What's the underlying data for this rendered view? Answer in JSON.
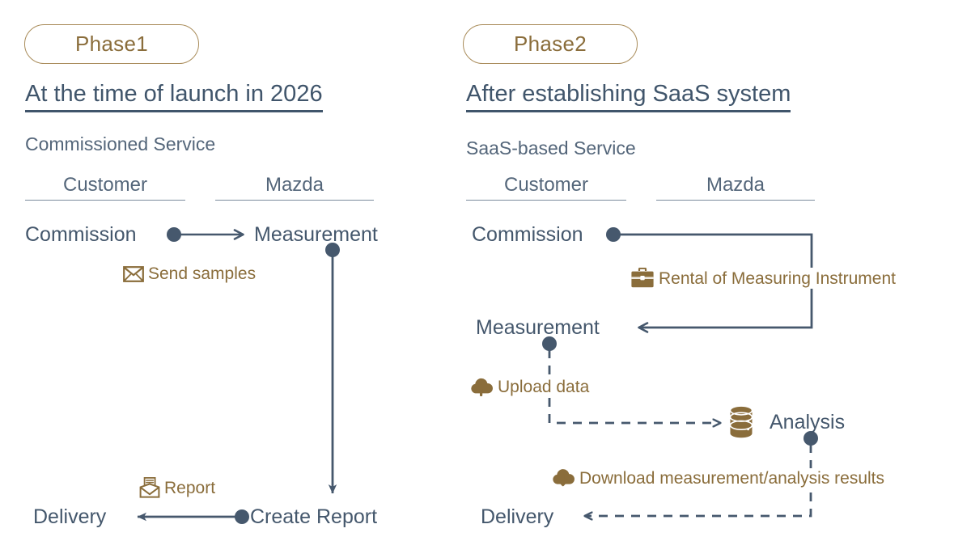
{
  "meta": {
    "title": "Commissioned Service vs SaaS-based Service phases",
    "colors": {
      "accent_brown": "#8a6d3b",
      "pill_border": "#a98c5a",
      "node_text": "#44576c",
      "wire": "#46586d",
      "lane_rule": "#7b8b9c"
    }
  },
  "panels": [
    {
      "id": "phase1",
      "badge": "Phase1",
      "headline": "At the time of launch in 2026",
      "service": "Commissioned Service",
      "lanes": [
        {
          "label": "Customer"
        },
        {
          "label": "Mazda"
        }
      ],
      "nodes": [
        {
          "id": "commission",
          "label": "Commission"
        },
        {
          "id": "measurement",
          "label": "Measurement"
        },
        {
          "id": "create-report",
          "label": "Create Report"
        },
        {
          "id": "delivery",
          "label": "Delivery"
        }
      ],
      "annotations": [
        {
          "id": "send-samples",
          "icon": "envelope-icon",
          "label": "Send samples"
        },
        {
          "id": "report",
          "icon": "open-envelope-document-icon",
          "label": "Report"
        }
      ]
    },
    {
      "id": "phase2",
      "badge": "Phase2",
      "headline": "After establishing SaaS system",
      "service": "SaaS-based Service",
      "lanes": [
        {
          "label": "Customer"
        },
        {
          "label": "Mazda"
        }
      ],
      "nodes": [
        {
          "id": "commission",
          "label": "Commission"
        },
        {
          "id": "measurement",
          "label": "Measurement"
        },
        {
          "id": "analysis",
          "label": "Analysis"
        },
        {
          "id": "delivery",
          "label": "Delivery"
        }
      ],
      "annotations": [
        {
          "id": "rental",
          "icon": "briefcase-icon",
          "label": "Rental of Measuring Instrument"
        },
        {
          "id": "upload",
          "icon": "cloud-upload-icon",
          "label": "Upload data"
        },
        {
          "id": "download",
          "icon": "cloud-download-icon",
          "label": "Download measurement/analysis results"
        }
      ],
      "icons": [
        {
          "id": "database",
          "icon": "database-icon"
        }
      ]
    }
  ]
}
